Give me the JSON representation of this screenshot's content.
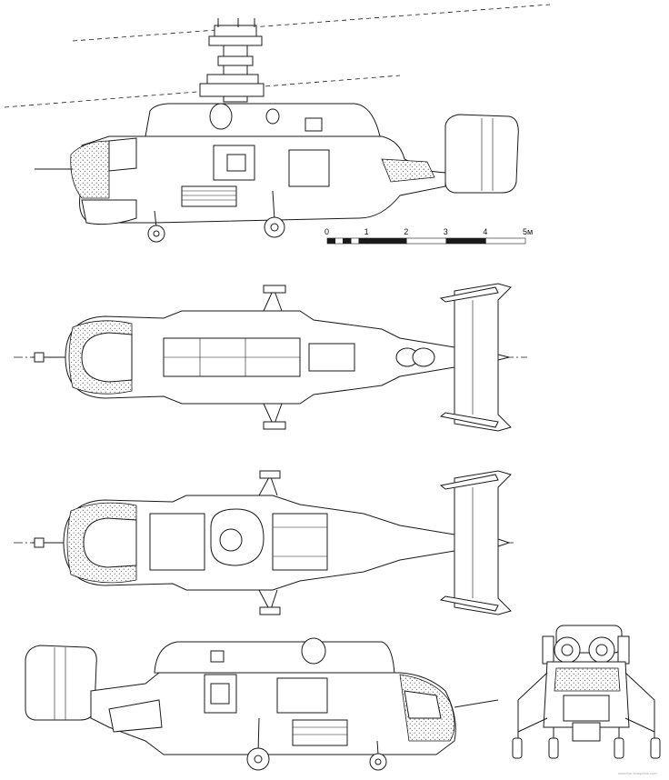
{
  "scale_bar": {
    "ticks": [
      "0",
      "1",
      "2",
      "3",
      "4",
      "5м"
    ]
  },
  "credit": "www.the-blueprints.com",
  "colors": {
    "line": "#1a1a1a",
    "background": "#ffffff"
  }
}
